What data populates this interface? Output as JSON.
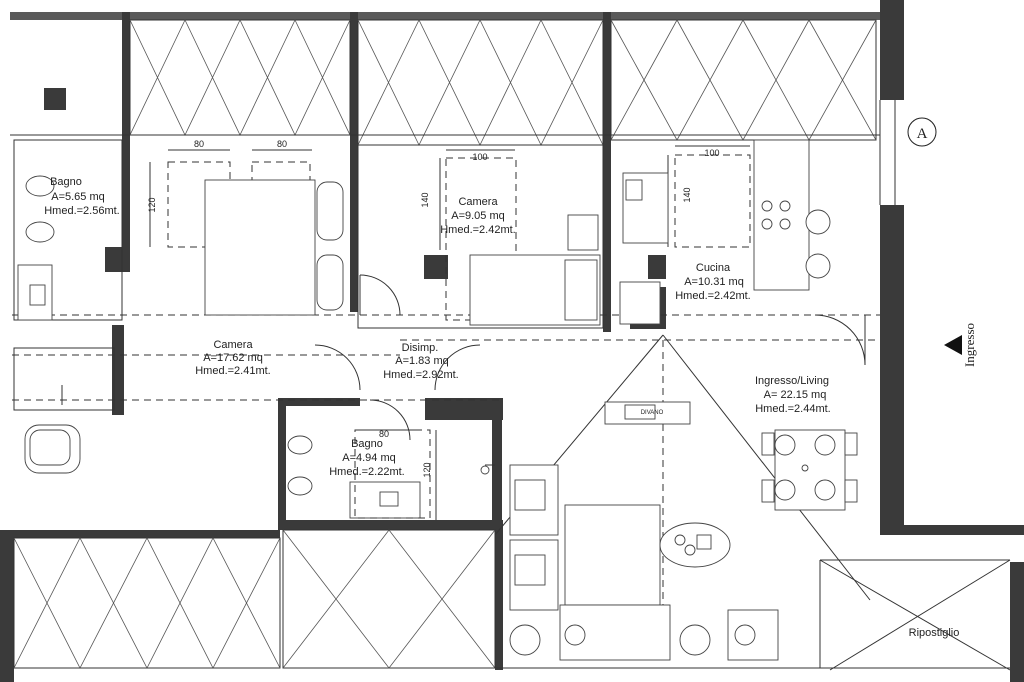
{
  "rooms": [
    {
      "name": "Bagno",
      "area": "A=5.65 mq",
      "height": "Hmed.=2.56mt."
    },
    {
      "name": "Camera",
      "area": "A=17.62 mq",
      "height": "Hmed.=2.41mt."
    },
    {
      "name": "Camera",
      "area": "A=9.05 mq",
      "height": "Hmed.=2.42mt."
    },
    {
      "name": "Cucina",
      "area": "A=10.31 mq",
      "height": "Hmed.=2.42mt."
    },
    {
      "name": "Disimp.",
      "area": "A=1.83 mq",
      "height": "Hmed.=2.92mt."
    },
    {
      "name": "Bagno",
      "area": "A=4.94 mq",
      "height": "Hmed.=2.22mt."
    },
    {
      "name": "Ingresso/Living",
      "area": "A= 22.15 mq",
      "height": "Hmed.=2.44mt."
    },
    {
      "name": "Ripostiglio",
      "area": "",
      "height": ""
    }
  ],
  "dimensions": {
    "bed1_width_a": "80",
    "bed1_width_b": "80",
    "bed1_length": "120",
    "bed2_width": "100",
    "bed2_length": "140",
    "bed3_width": "100",
    "bed3_length": "140",
    "bath_width": "80",
    "bath_length": "120"
  },
  "entrance_label": "Ingresso",
  "section_marker": "A",
  "appliance_label": "DIVANO"
}
